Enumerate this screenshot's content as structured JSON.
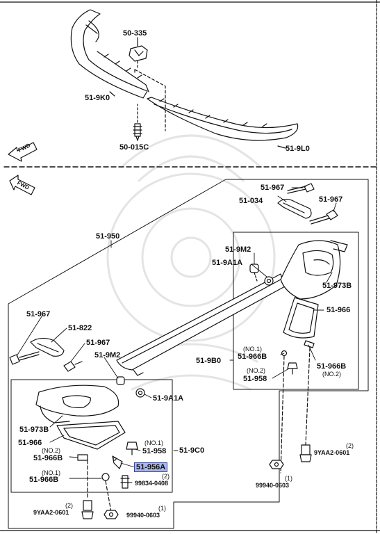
{
  "colors": {
    "ink": "#111111",
    "highlight": "#aab6ee",
    "highlight_border": "#34469c",
    "watermark": "#e4e4e4"
  },
  "icons": {
    "fwd_arrow": "fwd-arrow-icon",
    "watermark": "samurai-crest-watermark"
  },
  "top": {
    "fwd": "FWD",
    "labels": {
      "p50335": "50-335",
      "p519k0": "51-9K0",
      "p50015c": "50-015C",
      "p519l0": "51-9L0"
    }
  },
  "bottom": {
    "fwd": "FWD",
    "labels": {
      "p51967a": "51-967",
      "p51034": "51-034",
      "p51967b": "51-967",
      "p51950": "51-950",
      "p519m2a": "51-9M2",
      "p519a1aa": "51-9A1A",
      "p51973ba": "51-973B",
      "p51966a": "51-966",
      "p51967c": "51-967",
      "p51822": "51-822",
      "p51967d": "51-967",
      "p519m2b": "51-9M2",
      "p519a1ab": "51-9A1A",
      "p519b0": "51-9B0",
      "p51966ba_no": "(NO.1)",
      "p51966ba": "51-966B",
      "p51958a_no": "(NO.2)",
      "p51958a": "51-958",
      "p51966bb": "51-966B",
      "p51966bb_no": "(NO.2)",
      "p51973bb": "51-973B",
      "p51966b": "51-966",
      "p51966bc_no": "(NO.2)",
      "p51966bc": "51-966B",
      "p51958b_no": "(NO.1)",
      "p51958b": "51-958",
      "p519c0": "51-9C0",
      "p51956a": "51-956A",
      "p99834_no": "(2)",
      "p99834": "99834-0408",
      "p51966bd_no": "(NO.1)",
      "p51966bd": "51-966B",
      "p9yaa2a_no": "(2)",
      "p9yaa2a": "9YAA2-0601",
      "p99940a_no": "(1)",
      "p99940a": "99940-0603",
      "p9yaa2b_no": "(2)",
      "p9yaa2b": "9YAA2-0601",
      "p99940b_no": "(1)",
      "p99940b": "99940-0603"
    }
  }
}
